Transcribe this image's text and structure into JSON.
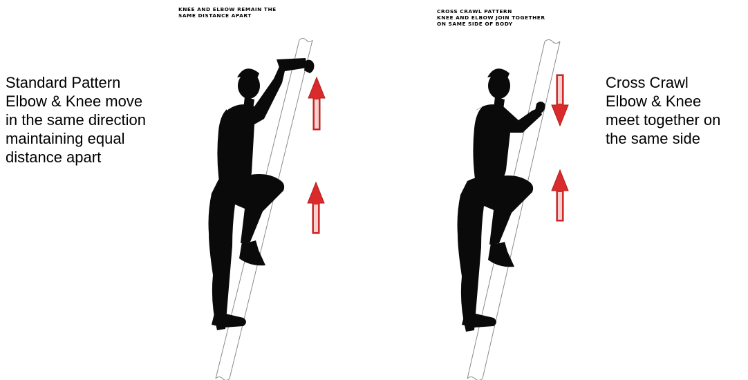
{
  "left_caption": {
    "lines": [
      "Standard Pattern",
      "Elbow & Knee move",
      "in the same direction",
      "maintaining equal",
      "distance apart"
    ]
  },
  "left_figure": {
    "heading_lines": [
      "Knee and Elbow remain the",
      "same distance apart"
    ],
    "arrows": [
      "up",
      "up"
    ]
  },
  "right_figure": {
    "heading_lines": [
      "Cross Crawl Pattern",
      "Knee and Elbow join together",
      "on same side of body"
    ],
    "arrows": [
      "down",
      "up"
    ]
  },
  "right_caption": {
    "lines": [
      "Cross Crawl",
      "Elbow & Knee",
      "meet together on",
      "the same side"
    ]
  },
  "colors": {
    "arrow_fill": "#d92b2b",
    "arrow_light": "#f7d0d0",
    "silhouette": "#0a0a0a",
    "ladder": "#8a8a8a"
  }
}
